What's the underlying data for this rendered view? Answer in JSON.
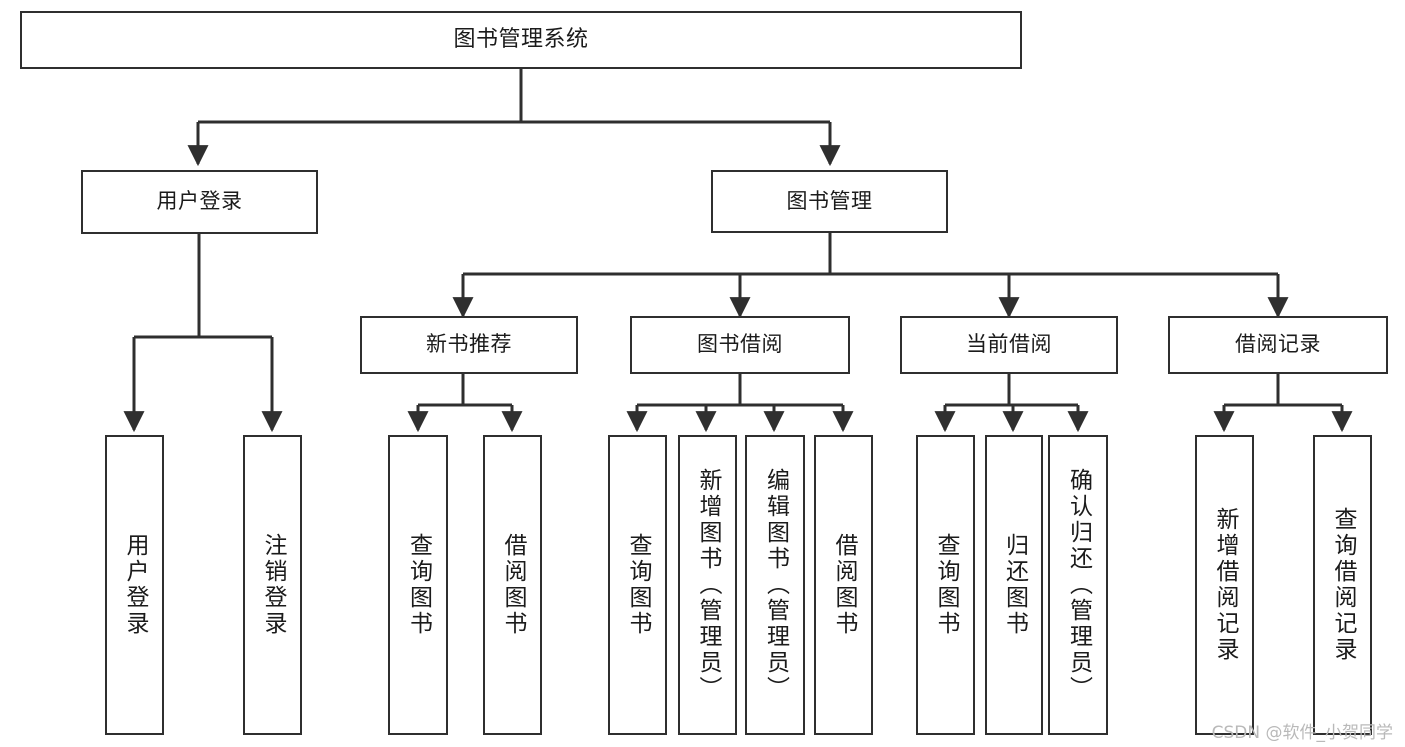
{
  "diagram": {
    "title": "图书管理系统",
    "type": "hierarchy-tree",
    "watermark": "CSDN @软件_小贺同学",
    "colors": {
      "stroke": "#2f2f2f",
      "fill": "#ffffff",
      "text": "#1b1b1b",
      "watermark": "#b9b9b9"
    },
    "root": {
      "label": "图书管理系统"
    },
    "level1": [
      {
        "label": "用户登录"
      },
      {
        "label": "图书管理"
      }
    ],
    "level2": [
      {
        "label": "新书推荐"
      },
      {
        "label": "图书借阅"
      },
      {
        "label": "当前借阅"
      },
      {
        "label": "借阅记录"
      }
    ],
    "leaves": {
      "user_login": [
        {
          "label": "用户登录"
        },
        {
          "label": "注销登录"
        }
      ],
      "new_book_recommend": [
        {
          "label": "查询图书"
        },
        {
          "label": "借阅图书"
        }
      ],
      "book_borrow": [
        {
          "label": "查询图书"
        },
        {
          "label": "新增图书（管理员）"
        },
        {
          "label": "编辑图书（管理员）"
        },
        {
          "label": "借阅图书"
        }
      ],
      "current_borrow": [
        {
          "label": "查询图书"
        },
        {
          "label": "归还图书"
        },
        {
          "label": "确认归还（管理员）"
        }
      ],
      "borrow_record": [
        {
          "label": "新增借阅记录"
        },
        {
          "label": "查询借阅记录"
        }
      ]
    }
  }
}
